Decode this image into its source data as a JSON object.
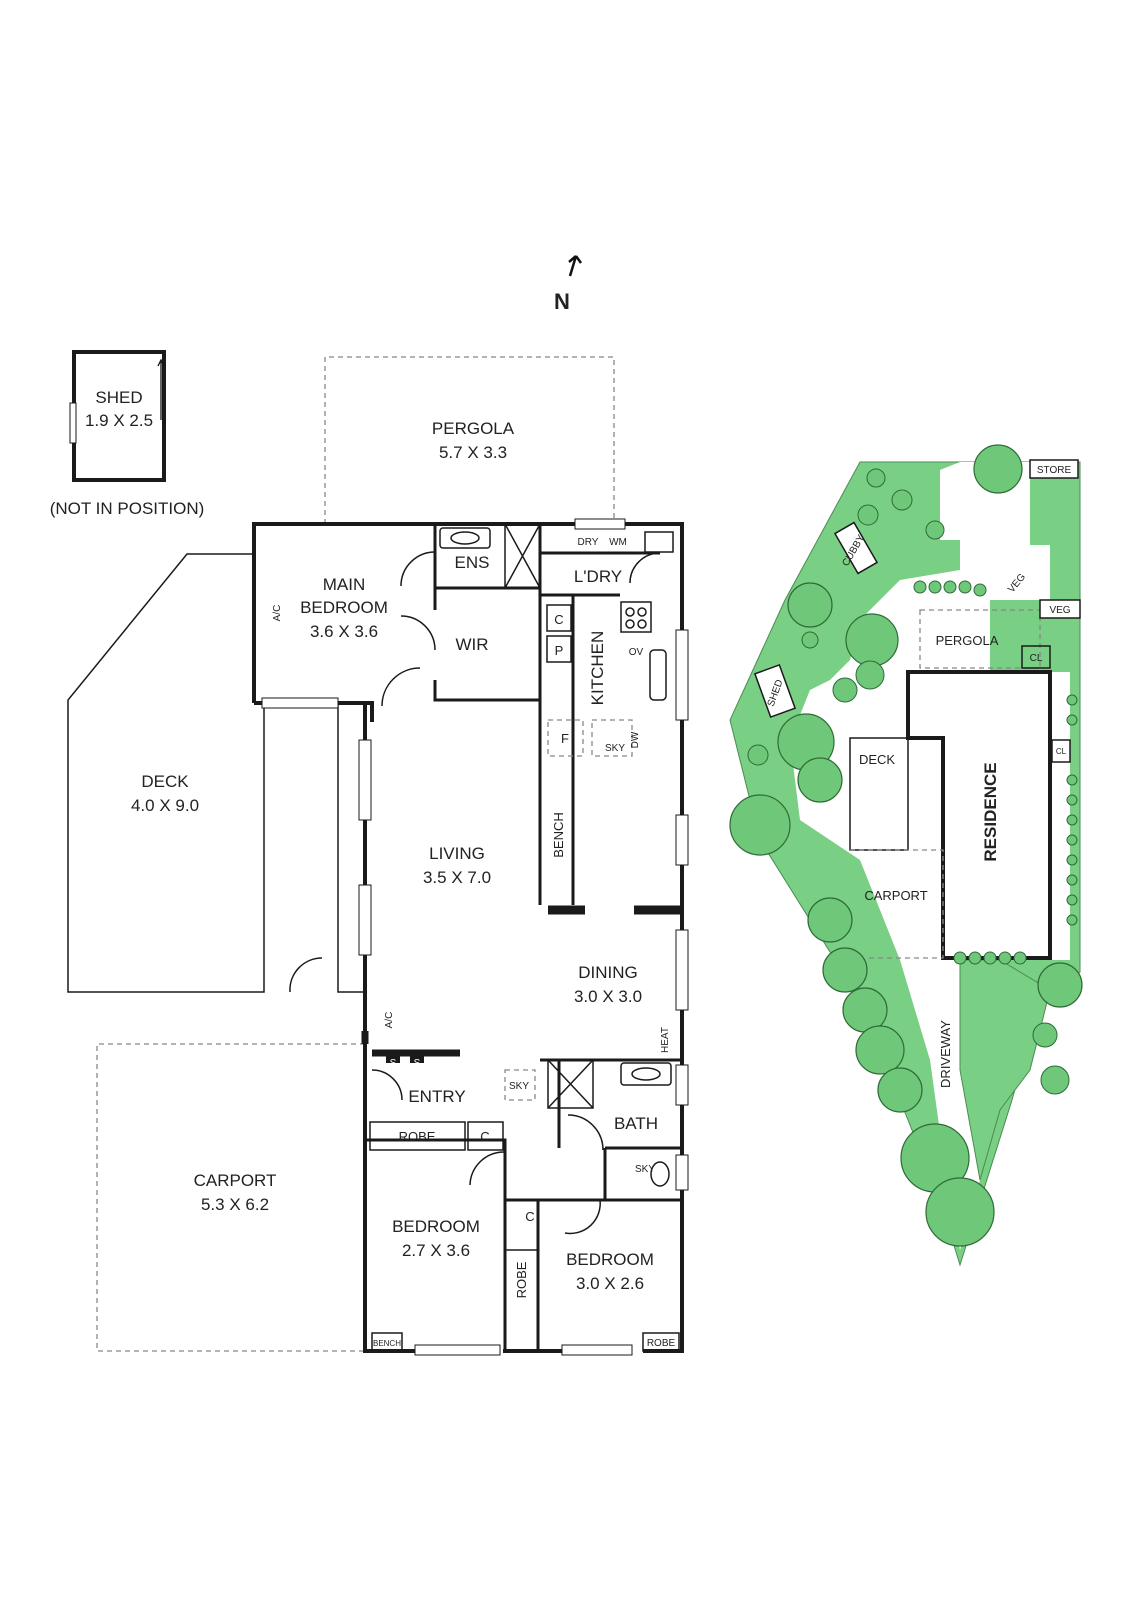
{
  "north": {
    "label": "N"
  },
  "rooms": {
    "shed": {
      "name": "SHED",
      "size": "1.9 X 2.5",
      "note": "(NOT IN POSITION)"
    },
    "pergola": {
      "name": "PERGOLA",
      "size": "5.7 X 3.3"
    },
    "main_bedroom": {
      "name_line1": "MAIN",
      "name_line2": "BEDROOM",
      "size": "3.6 X 3.6"
    },
    "ens": {
      "name": "ENS"
    },
    "wir": {
      "name": "WIR"
    },
    "laundry": {
      "name": "L'DRY"
    },
    "kitchen": {
      "name": "KITCHEN"
    },
    "deck": {
      "name": "DECK",
      "size": "4.0 X 9.0"
    },
    "living": {
      "name": "LIVING",
      "size": "3.5 X 7.0"
    },
    "dining": {
      "name": "DINING",
      "size": "3.0 X 3.0"
    },
    "entry": {
      "name": "ENTRY"
    },
    "bath": {
      "name": "BATH"
    },
    "carport": {
      "name": "CARPORT",
      "size": "5.3 X 6.2"
    },
    "bedroom2": {
      "name": "BEDROOM",
      "size": "2.7 X 3.6"
    },
    "bedroom3": {
      "name": "BEDROOM",
      "size": "3.0 X 2.6"
    }
  },
  "fixtures": {
    "ac1": "A/C",
    "ac2": "A/C",
    "dry": "DRY",
    "wm": "WM",
    "c": "C",
    "p": "P",
    "f": "F",
    "ov": "OV",
    "sky": "SKY",
    "dw": "DW",
    "bench": "BENCH",
    "heat": "HEAT",
    "s": "S",
    "robe": "ROBE",
    "bench_small": "BENCH"
  },
  "site": {
    "store": "STORE",
    "cubby": "CUBBY",
    "veg": "VEG",
    "pergola": "PERGOLA",
    "cl": "CL",
    "shed": "SHED",
    "deck": "DECK",
    "residence": "RESIDENCE",
    "carport": "CARPORT",
    "driveway": "DRIVEWAY"
  },
  "colors": {
    "wall": "#1a1a1a",
    "vegetation": "#6fc77a",
    "outline": "#2e6b37"
  }
}
